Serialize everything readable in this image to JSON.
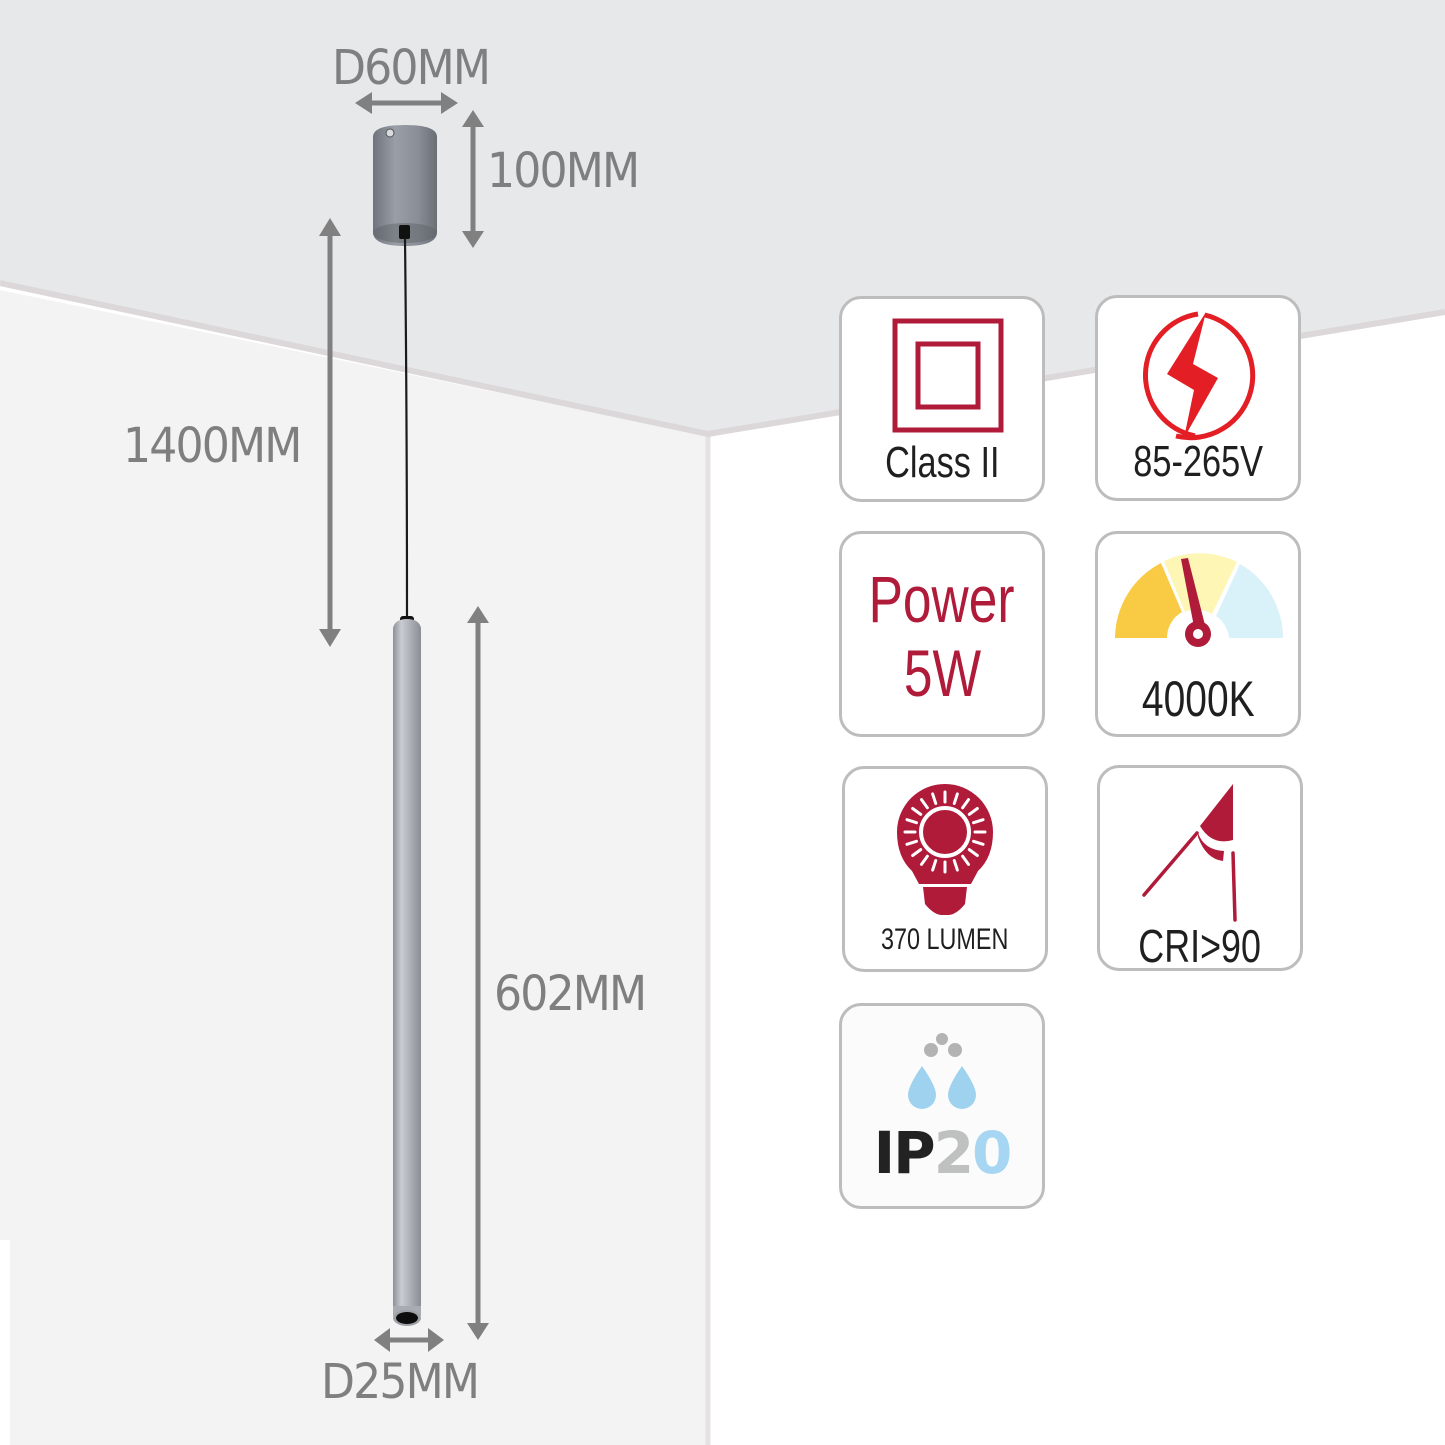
{
  "product": {
    "type": "LED pendant light (cylinder tube)"
  },
  "dimensions": {
    "canopy_diameter": "D60MM",
    "canopy_height": "100MM",
    "cable_length": "1400MM",
    "tube_length": "602MM",
    "tube_diameter": "D25MM"
  },
  "spec_cards": {
    "class": {
      "icon": "double-square-icon",
      "label": "Class II"
    },
    "voltage": {
      "icon": "lightning-circle-icon",
      "label": "85-265V"
    },
    "power": {
      "line1": "Power",
      "line2": "5W"
    },
    "color_temperature": {
      "icon": "gauge-icon",
      "label": "4000K"
    },
    "lumen": {
      "icon": "light-bulb-icon",
      "label": "370 LUMEN"
    },
    "cri": {
      "icon": "color-rendering-icon",
      "label": "CRI>90"
    },
    "ip_rating": {
      "icon": "water-drops-icon",
      "prefix": "IP",
      "digit1": "2",
      "digit2": "0"
    }
  },
  "colors": {
    "accent_red": "#b01b3a",
    "bolt_red": "#e31e24",
    "dimension_gray": "#7f7f7f",
    "ceiling": "#e6e8ea",
    "left_wall": "#f3f3f3",
    "right_wall": "#ffffff",
    "gauge_warm": "#f9cb45",
    "gauge_neutral": "#fdf6b5",
    "gauge_cool": "#d9f2fa",
    "water_blue": "#9fd2ef"
  }
}
